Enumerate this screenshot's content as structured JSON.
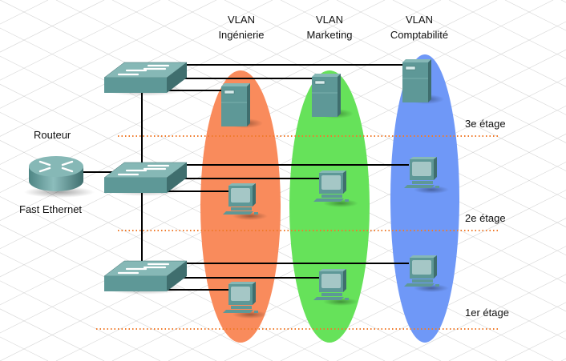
{
  "vlans": [
    {
      "id": "ing",
      "line1": "VLAN",
      "line2": "Ingénierie",
      "color": "#F98B5C"
    },
    {
      "id": "mkt",
      "line1": "VLAN",
      "line2": "Marketing",
      "color": "#66E25A"
    },
    {
      "id": "cpt",
      "line1": "VLAN",
      "line2": "Comptabilité",
      "color": "#6F98F7"
    }
  ],
  "router": {
    "label": "Routeur",
    "link_label": "Fast Ethernet"
  },
  "floors": [
    {
      "label": "3e étage"
    },
    {
      "label": "2e étage"
    },
    {
      "label": "1er étage"
    }
  ],
  "colors": {
    "device": "#5E9897",
    "device_dark": "#3F6E6E",
    "device_light": "#86B8B6",
    "screen": "#A5C7C6",
    "floor_line": "#F07A2A",
    "cable": "#000000",
    "grid": "#D6D6D6"
  },
  "devices": [
    {
      "type": "switch",
      "floor": 3
    },
    {
      "type": "switch",
      "floor": 2
    },
    {
      "type": "switch",
      "floor": 1
    },
    {
      "type": "router"
    },
    {
      "type": "server",
      "vlan": "ing",
      "floor": 3
    },
    {
      "type": "server",
      "vlan": "mkt",
      "floor": 3
    },
    {
      "type": "server",
      "vlan": "cpt",
      "floor": 3
    },
    {
      "type": "pc",
      "vlan": "ing",
      "floor": 2
    },
    {
      "type": "pc",
      "vlan": "mkt",
      "floor": 2
    },
    {
      "type": "pc",
      "vlan": "cpt",
      "floor": 2
    },
    {
      "type": "pc",
      "vlan": "ing",
      "floor": 1
    },
    {
      "type": "pc",
      "vlan": "mkt",
      "floor": 1
    },
    {
      "type": "pc",
      "vlan": "cpt",
      "floor": 1
    }
  ]
}
